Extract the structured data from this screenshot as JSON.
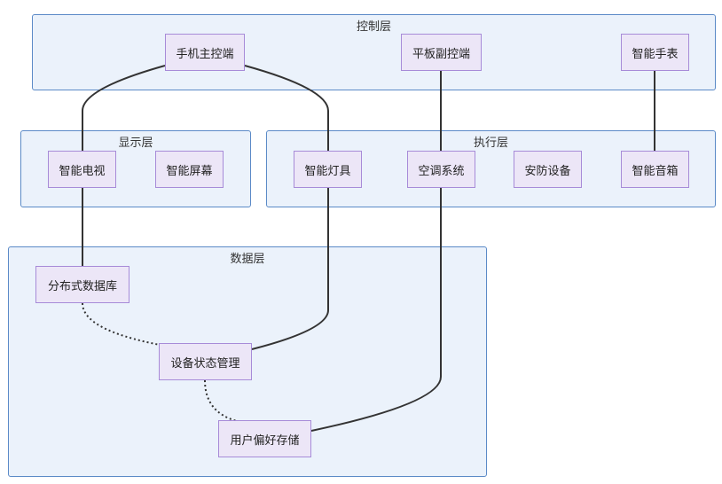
{
  "clusters": {
    "control": "控制层",
    "display": "显示层",
    "execution": "执行层",
    "data": "数据层"
  },
  "nodes": {
    "phone": "手机主控端",
    "tablet": "平板副控端",
    "watch": "智能手表",
    "tv": "智能电视",
    "screen": "智能屏幕",
    "lamp": "智能灯具",
    "ac": "空调系统",
    "security": "安防设备",
    "speaker": "智能音箱",
    "distdb": "分布式数据库",
    "devstate": "设备状态管理",
    "userpref": "用户偏好存储"
  },
  "edges": [
    {
      "from": "phone",
      "to": "tv",
      "style": "solid"
    },
    {
      "from": "phone",
      "to": "lamp",
      "style": "solid"
    },
    {
      "from": "tablet",
      "to": "ac",
      "style": "solid"
    },
    {
      "from": "watch",
      "to": "speaker",
      "style": "solid"
    },
    {
      "from": "tv",
      "to": "distdb",
      "style": "solid"
    },
    {
      "from": "lamp",
      "to": "devstate",
      "style": "solid"
    },
    {
      "from": "ac",
      "to": "userpref",
      "style": "solid"
    },
    {
      "from": "distdb",
      "to": "devstate",
      "style": "dotted"
    },
    {
      "from": "devstate",
      "to": "userpref",
      "style": "dotted"
    }
  ],
  "colors": {
    "cluster_fill": "#ebf2fb",
    "cluster_border": "#5b8ac7",
    "node_fill": "#ece6f7",
    "node_border": "#a78bd8",
    "edge": "#333333"
  }
}
